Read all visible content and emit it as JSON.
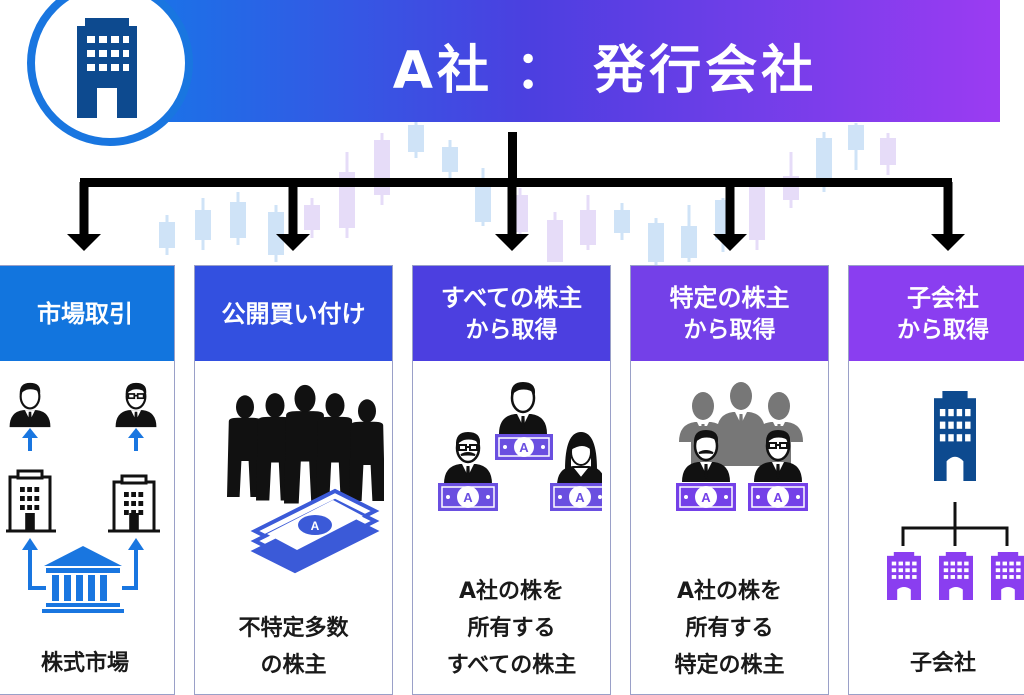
{
  "banner": {
    "title": "A社 ： 発行会社",
    "logo_icon": "office-building-icon"
  },
  "colors": {
    "banner_start": "#1a73e8",
    "banner_end": "#9b3cf2",
    "navy": "#0d4a8f",
    "blue": "#1976e0",
    "purple": "#7b3fe4"
  },
  "columns": [
    {
      "id": "market",
      "header": [
        "市場取引"
      ],
      "header_color": "#1275de",
      "caption": [
        "株式市場"
      ],
      "illustration": "stock-market-icon"
    },
    {
      "id": "tob",
      "header": [
        "公開買い付け"
      ],
      "header_color": "#3350e0",
      "caption": [
        "不特定多数",
        "の株主"
      ],
      "illustration": "crowd-with-cash-icon"
    },
    {
      "id": "all-holders",
      "header": [
        "すべての株主",
        "から取得"
      ],
      "header_color": "#4c3fe0",
      "caption": [
        "A社の株を",
        "所有する",
        "すべての株主"
      ],
      "illustration": "shareholders-icon"
    },
    {
      "id": "specific-holders",
      "header": [
        "特定の株主",
        "から取得"
      ],
      "header_color": "#7440e8",
      "caption": [
        "A社の株を",
        "所有する",
        "特定の株主"
      ],
      "illustration": "specific-shareholders-icon"
    },
    {
      "id": "subsidiary",
      "header": [
        "子会社",
        "から取得"
      ],
      "header_color": "#8a3ef0",
      "caption": [
        "子会社"
      ],
      "illustration": "subsidiary-tree-icon"
    }
  ],
  "badge_letter": "A"
}
